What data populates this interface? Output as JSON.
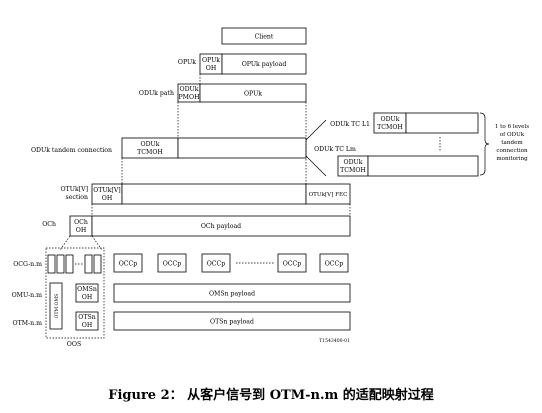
{
  "levels": {
    "client": "Client",
    "opuk_row_label": "OPUk",
    "opuk_oh": [
      "OPUk",
      "OH"
    ],
    "opuk_payload": "OPUk payload",
    "odukpath_label": "ODUk path",
    "odukpath_oh": [
      "ODUk",
      "PMOH"
    ],
    "odukpath_payload": "OPUk",
    "tandem_label": "ODUk tandem connection",
    "tandem_oh": [
      "ODUk",
      "TCMOH"
    ],
    "otuk_label": [
      "OTUk[V]",
      "section"
    ],
    "otuk_oh": [
      "OTUk[V]",
      "OH"
    ],
    "otuk_fec": "OTUk[V] FEC",
    "och_label": "OCh",
    "och_oh": [
      "OCh",
      "OH"
    ],
    "och_payload": "OCh payload",
    "ocg_label": "OCG-n.m",
    "ocg_items": [
      "OCCp",
      "OCCp",
      "OCCp",
      "OCCp",
      "OCCp"
    ],
    "oms_label": "OMU-n.m",
    "oms_oh": [
      "OMSn",
      "OH"
    ],
    "oms_payload": "OMSn payload",
    "ots_label": "OTM-n.m",
    "ots_oh": [
      "OTSn",
      "OH"
    ],
    "ots_payload": "OTSn payload",
    "oos_label": "OOS",
    "oos_vertical": "OTM OMS"
  },
  "tandem_detail": {
    "tc1_label": "ODUk TC L1",
    "tc1_oh": [
      "ODUk",
      "TCMOH"
    ],
    "tcm_label": "ODUk TC Lm",
    "tcm_oh": [
      "ODUk",
      "TCMOH"
    ],
    "levels_note": [
      "1 to 6 levels",
      "of ODUk",
      "tandem",
      "connection",
      "monitoring"
    ]
  },
  "figure_id": "T1543400-01",
  "caption": "Figure 2： 从客户信号到 OTM-n.m 的适配映射过程"
}
